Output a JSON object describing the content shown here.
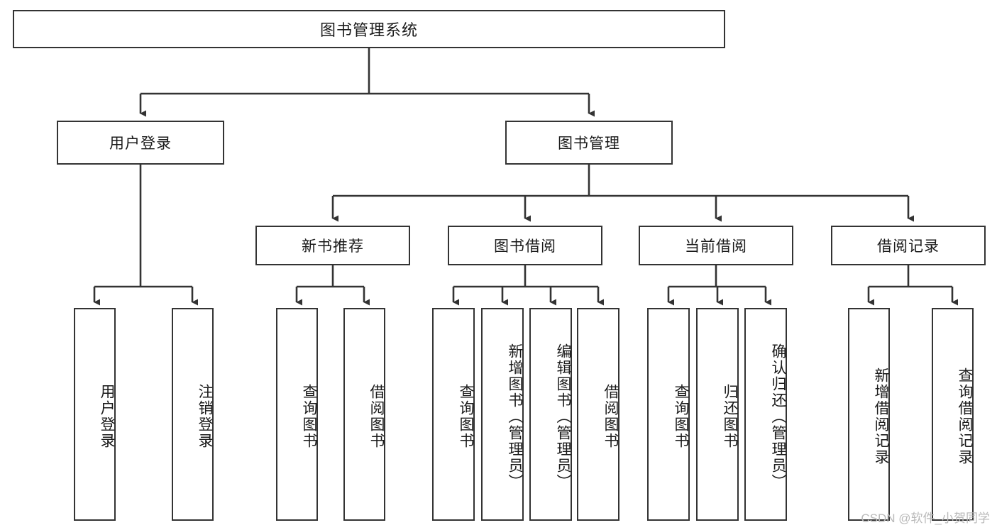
{
  "diagram": {
    "type": "tree-hierarchy-chart",
    "title": "图书管理系统",
    "watermark": "CSDN @软件_小贺同学",
    "colors": {
      "box_border": "#333333",
      "box_fill": "#ffffff",
      "connector": "#333333",
      "text": "#1a1a1a",
      "watermark": "#b9b9b9"
    },
    "root": {
      "label": "图书管理系统"
    },
    "level2": [
      {
        "label": "用户登录"
      },
      {
        "label": "图书管理"
      }
    ],
    "level3": [
      {
        "label": "新书推荐"
      },
      {
        "label": "图书借阅"
      },
      {
        "label": "当前借阅"
      },
      {
        "label": "借阅记录"
      }
    ],
    "leaves": {
      "user_login": [
        {
          "label": "用户登录"
        },
        {
          "label": "注销登录"
        }
      ],
      "new_book_recommend": [
        {
          "label": "查询图书"
        },
        {
          "label": "借阅图书"
        }
      ],
      "book_borrow": [
        {
          "label": "查询图书"
        },
        {
          "label": "新增图书（管理员）"
        },
        {
          "label": "编辑图书（管理员）"
        },
        {
          "label": "借阅图书"
        }
      ],
      "current_borrow": [
        {
          "label": "查询图书"
        },
        {
          "label": "归还图书"
        },
        {
          "label": "确认归还（管理员）"
        }
      ],
      "borrow_record": [
        {
          "label": "新增借阅记录"
        },
        {
          "label": "查询借阅记录"
        }
      ]
    }
  }
}
